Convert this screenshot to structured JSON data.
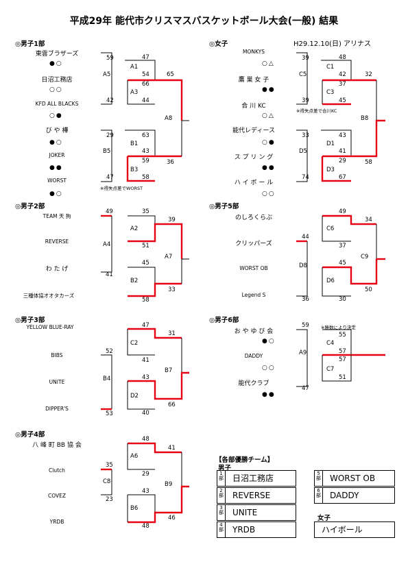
{
  "title": "平成29年 能代市クリスマスバスケットボール大会(一般) 結果",
  "date_venue": "H29.12.10(日) アリナス",
  "sections": {
    "m1": {
      "label": "◎男子1部",
      "teams": [
        "東雲ブラザーズ",
        "日沼工務店",
        "KFD ALL BLACKS",
        "び や 樺",
        "JOKER",
        "WORST"
      ],
      "marks": [
        "●○",
        "○○",
        "○●",
        "●○",
        "●●",
        "●○"
      ],
      "A1": "A1",
      "A3": "A3",
      "A5": "A5",
      "A8": "A8",
      "B1": "B1",
      "B3": "B3",
      "B5": "B5",
      "scores": {
        "a5_top": "59",
        "a5_bot": "42",
        "a1_top": "47",
        "a1_bot": "54",
        "a3_top": "66",
        "a3_bot": "44",
        "a8_top": "65",
        "a8_bot": "36",
        "b5_top": "29",
        "b5_bot": "47",
        "b1_top": "63",
        "b1_bot": "43",
        "b3_top": "59",
        "b3_bot": "58"
      },
      "note": "※得失点差でWORST"
    },
    "w": {
      "label": "◎女子",
      "teams": [
        "MONKYS",
        "鷹 巣 女 子",
        "合 川 KC",
        "能代レディース",
        "ス プ リ ン グ",
        "ハ イ ボ ー ル"
      ],
      "marks": [
        "○△",
        "●●",
        "○△",
        "○●",
        "●●",
        "○○"
      ],
      "C1": "C1",
      "C3": "C3",
      "C5": "C5",
      "D1": "D1",
      "D3": "D3",
      "D5": "D5",
      "B8": "B8",
      "scores": {
        "c5_top": "39",
        "c5_bot": "39",
        "c1_top": "48",
        "c1_bot": "42",
        "c3_top": "37",
        "c3_bot": "45",
        "b8_top": "32",
        "b8_bot": "58",
        "d5_top": "33",
        "d5_bot": "74",
        "d1_top": "43",
        "d1_bot": "41",
        "d3_top": "29",
        "d3_bot": "67"
      },
      "note": "※得失点差で合川KC"
    },
    "m2": {
      "label": "◎男子2部",
      "teams": [
        "TEAM 天 狗",
        "REVERSE",
        "わ た げ",
        "三種体協オオタカーズ"
      ],
      "A2": "A2",
      "A4": "A4",
      "A7": "A7",
      "B2": "B2",
      "scores": {
        "a4_top": "49",
        "a4_bot": "41",
        "a2_top": "35",
        "a2_bot": "51",
        "a7_top": "39",
        "a7_bot": "33",
        "b2_top": "45",
        "b2_bot": "58"
      }
    },
    "m5": {
      "label": "◎男子5部",
      "teams": [
        "のしろくらぶ",
        "クリッパーズ",
        "WORST OB",
        "Legend S"
      ],
      "C6": "C6",
      "C9": "C9",
      "D6": "D6",
      "D8": "D8",
      "scores": {
        "c6_top": "49",
        "c6_bot": "37",
        "c9_top": "34",
        "c9_bot": "50",
        "d8_top": "44",
        "d8_bot": "36",
        "d6_top": "45",
        "d6_bot": "30"
      }
    },
    "m3": {
      "label": "◎男子3部",
      "teams": [
        "YELLOW BLUE-RAY",
        "BIBS",
        "UNITE",
        "DIPPER'S"
      ],
      "B4": "B4",
      "B7": "B7",
      "C2": "C2",
      "D2": "D2",
      "scores": {
        "c2_top": "47",
        "c2_bot": "41",
        "b7_top": "31",
        "b7_bot": "66",
        "b4_top": "52",
        "b4_bot": "53",
        "d2_top": "43",
        "d2_bot": "40"
      }
    },
    "m6": {
      "label": "◎男子6部",
      "teams": [
        "お や ゆ び 会",
        "DADDY",
        "能代クラブ"
      ],
      "marks": [
        "●○",
        "○○",
        "●●"
      ],
      "A9": "A9",
      "C4": "C4",
      "C7": "C7",
      "scores": {
        "a9_top": "59",
        "a9_bot": "47",
        "c4_top": "55",
        "c4_bot": "57",
        "c7_top": "57",
        "c7_bot": "51"
      },
      "note": "※勝数により決定"
    },
    "m4": {
      "label": "◎男子4部",
      "teams": [
        "八 峰 町 BB 協 会",
        "Clutch",
        "COVEZ",
        "YRDB"
      ],
      "A6": "A6",
      "B6": "B6",
      "B9": "B9",
      "C8": "C8",
      "scores": {
        "a6_top": "48",
        "a6_bot": "29",
        "b9_top": "41",
        "b9_bot": "46",
        "c8_top": "35",
        "c8_bot": "23",
        "b6_top": "43",
        "b6_bot": "48"
      }
    }
  },
  "winners": {
    "title": "【各部優勝チーム】",
    "men_label": "男子",
    "women_label": "女子",
    "men": [
      {
        "div": "1部",
        "team": "日沼工務店"
      },
      {
        "div": "2部",
        "team": "REVERSE"
      },
      {
        "div": "3部",
        "team": "UNITE"
      },
      {
        "div": "4部",
        "team": "YRDB"
      },
      {
        "div": "5部",
        "team": "WORST OB"
      },
      {
        "div": "6部",
        "team": "DADDY"
      }
    ],
    "women_team": "ハイボール"
  }
}
